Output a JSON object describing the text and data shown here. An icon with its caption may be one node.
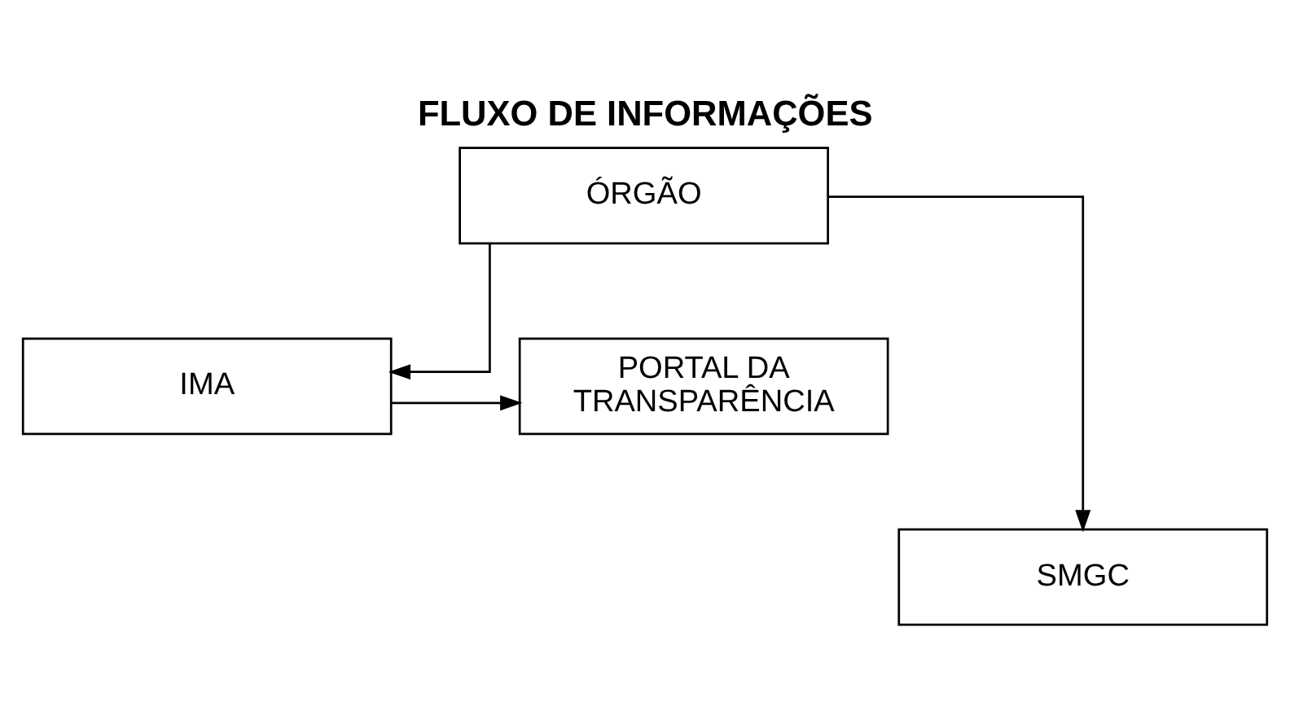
{
  "diagram": {
    "title": "FLUXO DE INFORMAÇÕES",
    "nodes": [
      {
        "text": [
          "ÓRGÃO"
        ]
      },
      {
        "text": [
          "IMA"
        ]
      },
      {
        "text": [
          "PORTAL DA TRANSPARÊNCIA"
        ]
      },
      {
        "text": [
          "SMGC"
        ]
      }
    ],
    "edges": [
      {
        "from": 0,
        "to": 3,
        "arrow": "to"
      },
      {
        "from": 0,
        "to": 1,
        "arrow": "to"
      },
      {
        "from": 1,
        "to": 2,
        "arrow": "to"
      }
    ]
  }
}
